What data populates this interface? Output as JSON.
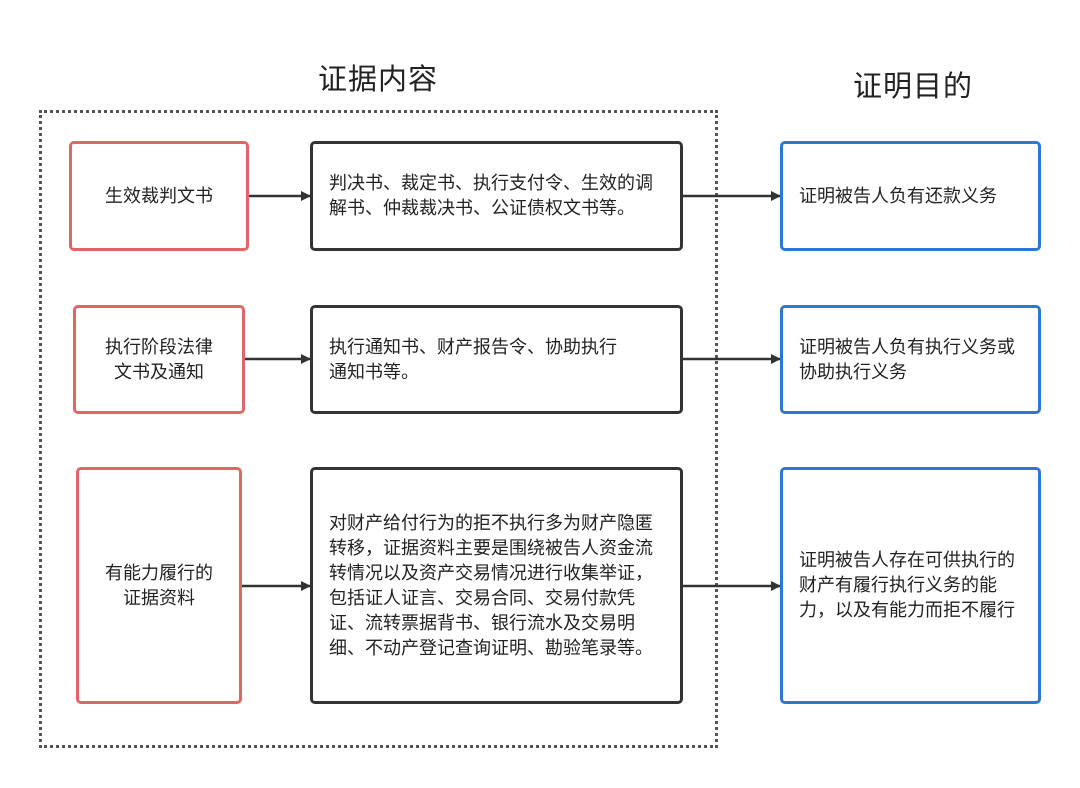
{
  "headings": {
    "evidence": "证据内容",
    "purpose": "证明目的"
  },
  "rows": [
    {
      "category": "生效裁判文书",
      "content": "判决书、裁定书、执行支付令、生效的调解书、仲裁裁决书、公证债权文书等。",
      "purpose": "证明被告人负有还款义务"
    },
    {
      "category": "执行阶段法律文书及通知",
      "content": "执行通知书、财产报告令、协助执行通知书等。",
      "purpose": "证明被告人负有执行义务或协助执行义务"
    },
    {
      "category": "有能力履行的证据资料",
      "content": "对财产给付行为的拒不执行多为财产隐匿转移，证据资料主要是围绕被告人资金流转情况以及资产交易情况进行收集举证，包括证人证言、交易合同、交易付款凭证、流转票据背书、银行流水及交易明细、不动产登记查询证明、勘验笔录等。",
      "purpose": "证明被告人存在可供执行的财产有履行执行义务的能力，以及有能力而拒不履行"
    }
  ],
  "colors": {
    "category_border": "#e06666",
    "content_border": "#333333",
    "purpose_border": "#2b78d4",
    "frame": "#555555",
    "arrow": "#333333"
  }
}
